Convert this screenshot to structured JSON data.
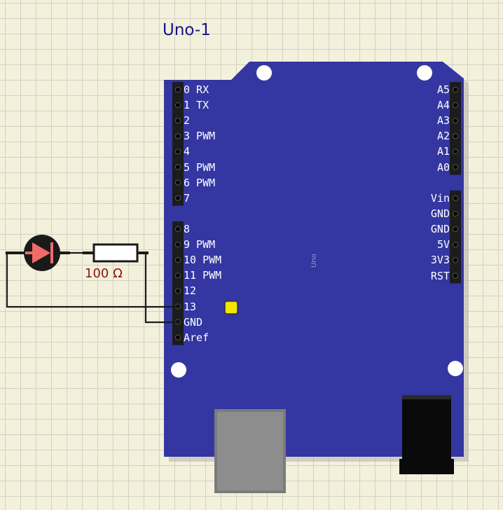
{
  "board": {
    "title": "Uno-1",
    "side_label": "Uno",
    "color": "#3436a1",
    "left_pins": [
      "0 RX",
      "1 TX",
      "2",
      "3 PWM",
      "4",
      "5 PWM",
      "6 PWM",
      "7",
      "8",
      "9 PWM",
      "10 PWM",
      "11 PWM",
      "12",
      "13",
      "GND",
      "Aref"
    ],
    "right_pins": [
      "A5",
      "A4",
      "A3",
      "A2",
      "A1",
      "A0",
      "Vin",
      "GND",
      "GND",
      "5V",
      "3V3",
      "RST"
    ],
    "status_led_color": "#f2e600"
  },
  "resistor": {
    "label": "100 Ω"
  },
  "led": {
    "color": "#f06a6a"
  }
}
